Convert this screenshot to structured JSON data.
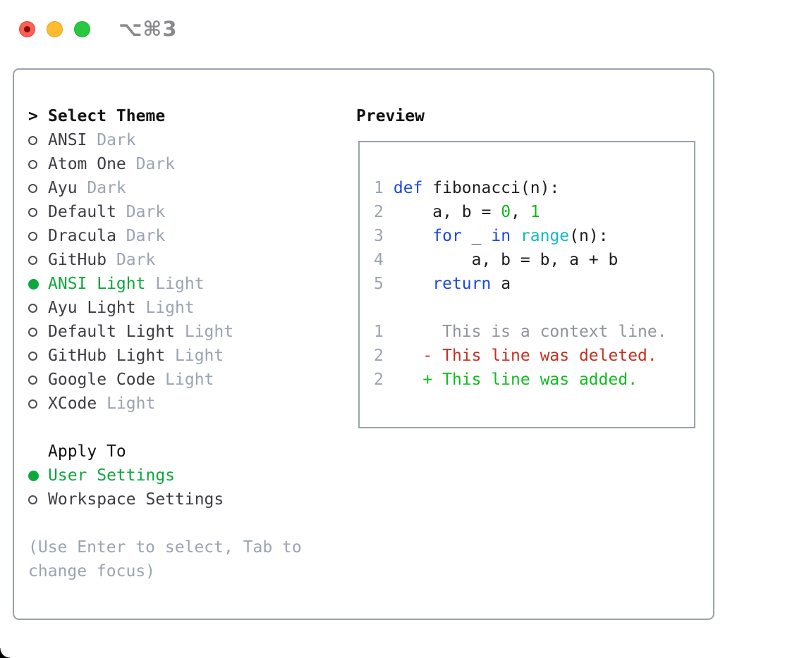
{
  "window": {
    "shortcut_label": "⌥⌘3",
    "traffic_lights": [
      "close",
      "minimize",
      "zoom"
    ]
  },
  "theme_panel": {
    "header": {
      "prompt": ">",
      "label": "Select Theme"
    },
    "items": [
      {
        "name": "ANSI",
        "tag": "Dark",
        "selected": false
      },
      {
        "name": "Atom One",
        "tag": "Dark",
        "selected": false
      },
      {
        "name": "Ayu",
        "tag": "Dark",
        "selected": false
      },
      {
        "name": "Default",
        "tag": "Dark",
        "selected": false
      },
      {
        "name": "Dracula",
        "tag": "Dark",
        "selected": false
      },
      {
        "name": "GitHub",
        "tag": "Dark",
        "selected": false
      },
      {
        "name": "ANSI Light",
        "tag": "Light",
        "selected": true
      },
      {
        "name": "Ayu Light",
        "tag": "Light",
        "selected": false
      },
      {
        "name": "Default Light",
        "tag": "Light",
        "selected": false
      },
      {
        "name": "GitHub Light",
        "tag": "Light",
        "selected": false
      },
      {
        "name": "Google Code",
        "tag": "Light",
        "selected": false
      },
      {
        "name": "XCode",
        "tag": "Light",
        "selected": false
      }
    ]
  },
  "apply_panel": {
    "header": "Apply To",
    "items": [
      {
        "name": "User Settings",
        "selected": true
      },
      {
        "name": "Workspace Settings",
        "selected": false
      }
    ]
  },
  "help_text": "(Use Enter to select, Tab to change focus)",
  "preview": {
    "header": "Preview",
    "lines": [
      {
        "num": "1",
        "segments": [
          {
            "t": "def",
            "c": "kw"
          },
          {
            "t": " fibonacci(n):",
            "c": "fg"
          }
        ]
      },
      {
        "num": "2",
        "segments": [
          {
            "t": "    a, b = ",
            "c": "fg"
          },
          {
            "t": "0",
            "c": "num"
          },
          {
            "t": ", ",
            "c": "fg"
          },
          {
            "t": "1",
            "c": "num"
          }
        ]
      },
      {
        "num": "3",
        "segments": [
          {
            "t": "    ",
            "c": "fg"
          },
          {
            "t": "for",
            "c": "kw"
          },
          {
            "t": " _ ",
            "c": "fg"
          },
          {
            "t": "in",
            "c": "kw"
          },
          {
            "t": " ",
            "c": "fg"
          },
          {
            "t": "range",
            "c": "fn"
          },
          {
            "t": "(n):",
            "c": "fg"
          }
        ]
      },
      {
        "num": "4",
        "segments": [
          {
            "t": "        a, b = b, a + b",
            "c": "fg"
          }
        ]
      },
      {
        "num": "5",
        "segments": [
          {
            "t": "    ",
            "c": "fg"
          },
          {
            "t": "return",
            "c": "kw"
          },
          {
            "t": " a",
            "c": "fg"
          }
        ]
      },
      {
        "num": "",
        "segments": []
      },
      {
        "num": "1",
        "segments": [
          {
            "t": "     This is a context line.",
            "c": "ctx"
          }
        ]
      },
      {
        "num": "2",
        "segments": [
          {
            "t": "   - This line was deleted.",
            "c": "del"
          }
        ]
      },
      {
        "num": "2",
        "segments": [
          {
            "t": "   + This line was added.",
            "c": "add"
          }
        ]
      }
    ]
  },
  "colors": {
    "accent_green": "#0ca83c",
    "diff_added_green": "#10bd20",
    "diff_deleted_red": "#c53021",
    "keyword_blue": "#1c49d8",
    "builtin_cyan": "#13bac5",
    "number_green": "#10b81e",
    "muted_gray": "#9aa4b2",
    "context_gray": "#8f939c",
    "code_black": "#1d1d20",
    "text_dark": "#3c3d43",
    "border_gray": "#9aa1ae",
    "traffic_red": "#ff5f57",
    "traffic_yellow": "#febc2e",
    "traffic_green": "#28c840",
    "shortcut_gray": "#8a8a8e"
  }
}
